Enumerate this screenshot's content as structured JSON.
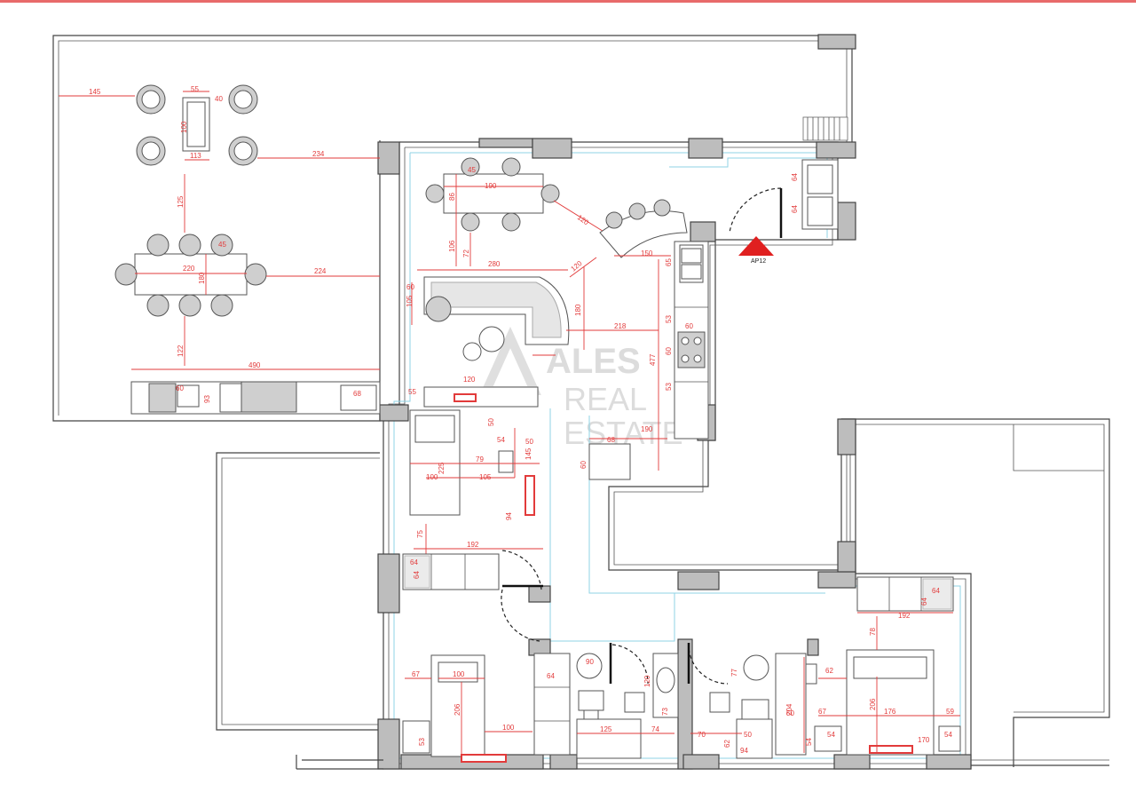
{
  "colors": {
    "accent": "#e86a6a",
    "dimension": "#e23b3b",
    "wall": "#bdbdbd",
    "glass": "#8fd3e6",
    "marker": "#e02020"
  },
  "marker": {
    "label": "AP12"
  },
  "watermark": {
    "line1": "ALES",
    "line2": "REAL",
    "line3": "ESTATE"
  },
  "dimensions": {
    "d145": "145",
    "d55": "55",
    "d40": "40",
    "d100a": "100",
    "d113": "113",
    "d234": "234",
    "d125": "125",
    "d45a": "45",
    "d220": "220",
    "d180": "180",
    "d224": "224",
    "d122": "122",
    "d490": "490",
    "d60a": "60",
    "d93": "93",
    "d68": "68",
    "d45b": "45",
    "d190": "190",
    "d86": "86",
    "d106": "106",
    "d72": "72",
    "d120a": "120",
    "d280": "280",
    "d60b": "60",
    "d105a": "105",
    "d120b": "120",
    "d180b": "180",
    "d218": "218",
    "d150": "150",
    "d65": "65",
    "d53a": "53",
    "d60c": "60",
    "d60d": "60",
    "d477": "477",
    "d53b": "53",
    "d64a": "64",
    "d64b": "64",
    "d55b": "55",
    "d120c": "120",
    "d50a": "50",
    "d54a": "54",
    "d50b": "50",
    "d225": "225",
    "d79": "79",
    "d100b": "100",
    "d105b": "105",
    "d145b": "145",
    "d94": "94",
    "d75": "75",
    "d192a": "192",
    "d64c": "64",
    "d64d": "64",
    "d190b": "190",
    "d68b": "68",
    "d60e": "60",
    "d67a": "67",
    "d100c": "100",
    "d206a": "206",
    "d100d": "100",
    "d53c": "53",
    "d64e": "64",
    "d90": "90",
    "d125b": "125",
    "d74": "74",
    "d120d": "120",
    "d73": "73",
    "d70": "70",
    "d77": "77",
    "d50c": "50",
    "d62a": "62",
    "d94b": "94",
    "d204": "204",
    "d62b": "62",
    "d67b": "67",
    "d176": "176",
    "d59": "59",
    "d54b": "54",
    "d54c": "54",
    "d206b": "206",
    "d78": "78",
    "d192b": "192",
    "d64f": "64",
    "d64g": "64",
    "d54d": "54",
    "d50d": "50",
    "d170": "170"
  }
}
